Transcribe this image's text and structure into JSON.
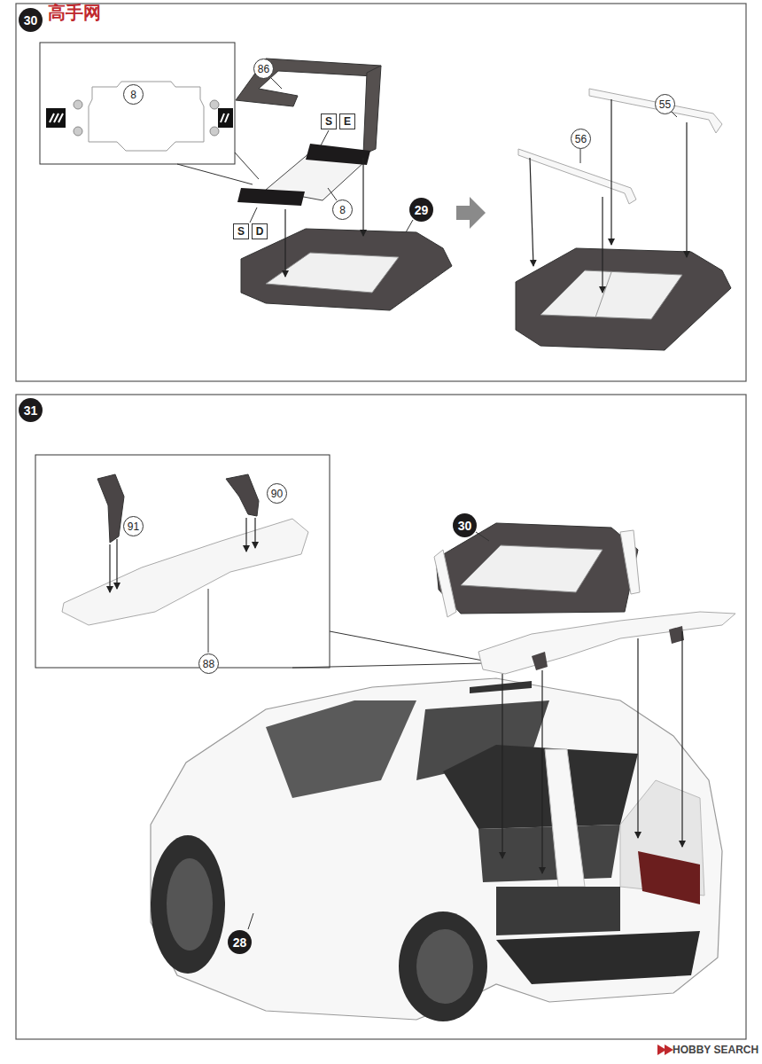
{
  "diagram": {
    "nodes": [
      {
        "text": [
          "30"
        ]
      },
      {
        "text": [
          "8"
        ]
      },
      {
        "text": [
          "86"
        ]
      },
      {
        "text": [
          "S"
        ]
      },
      {
        "text": [
          "E"
        ]
      },
      {
        "text": [
          "8"
        ]
      },
      {
        "text": [
          "29"
        ]
      },
      {
        "text": [
          "S"
        ]
      },
      {
        "text": [
          "D"
        ]
      },
      {
        "text": [
          "55"
        ]
      },
      {
        "text": [
          "56"
        ]
      },
      {
        "text": [
          "31"
        ]
      },
      {
        "text": [
          "91"
        ]
      },
      {
        "text": [
          "90"
        ]
      },
      {
        "text": [
          "88"
        ]
      },
      {
        "text": [
          "30"
        ]
      },
      {
        "text": [
          "28"
        ]
      }
    ],
    "labels": [
      "高手网",
      "HOBBY SEARCH"
    ]
  }
}
